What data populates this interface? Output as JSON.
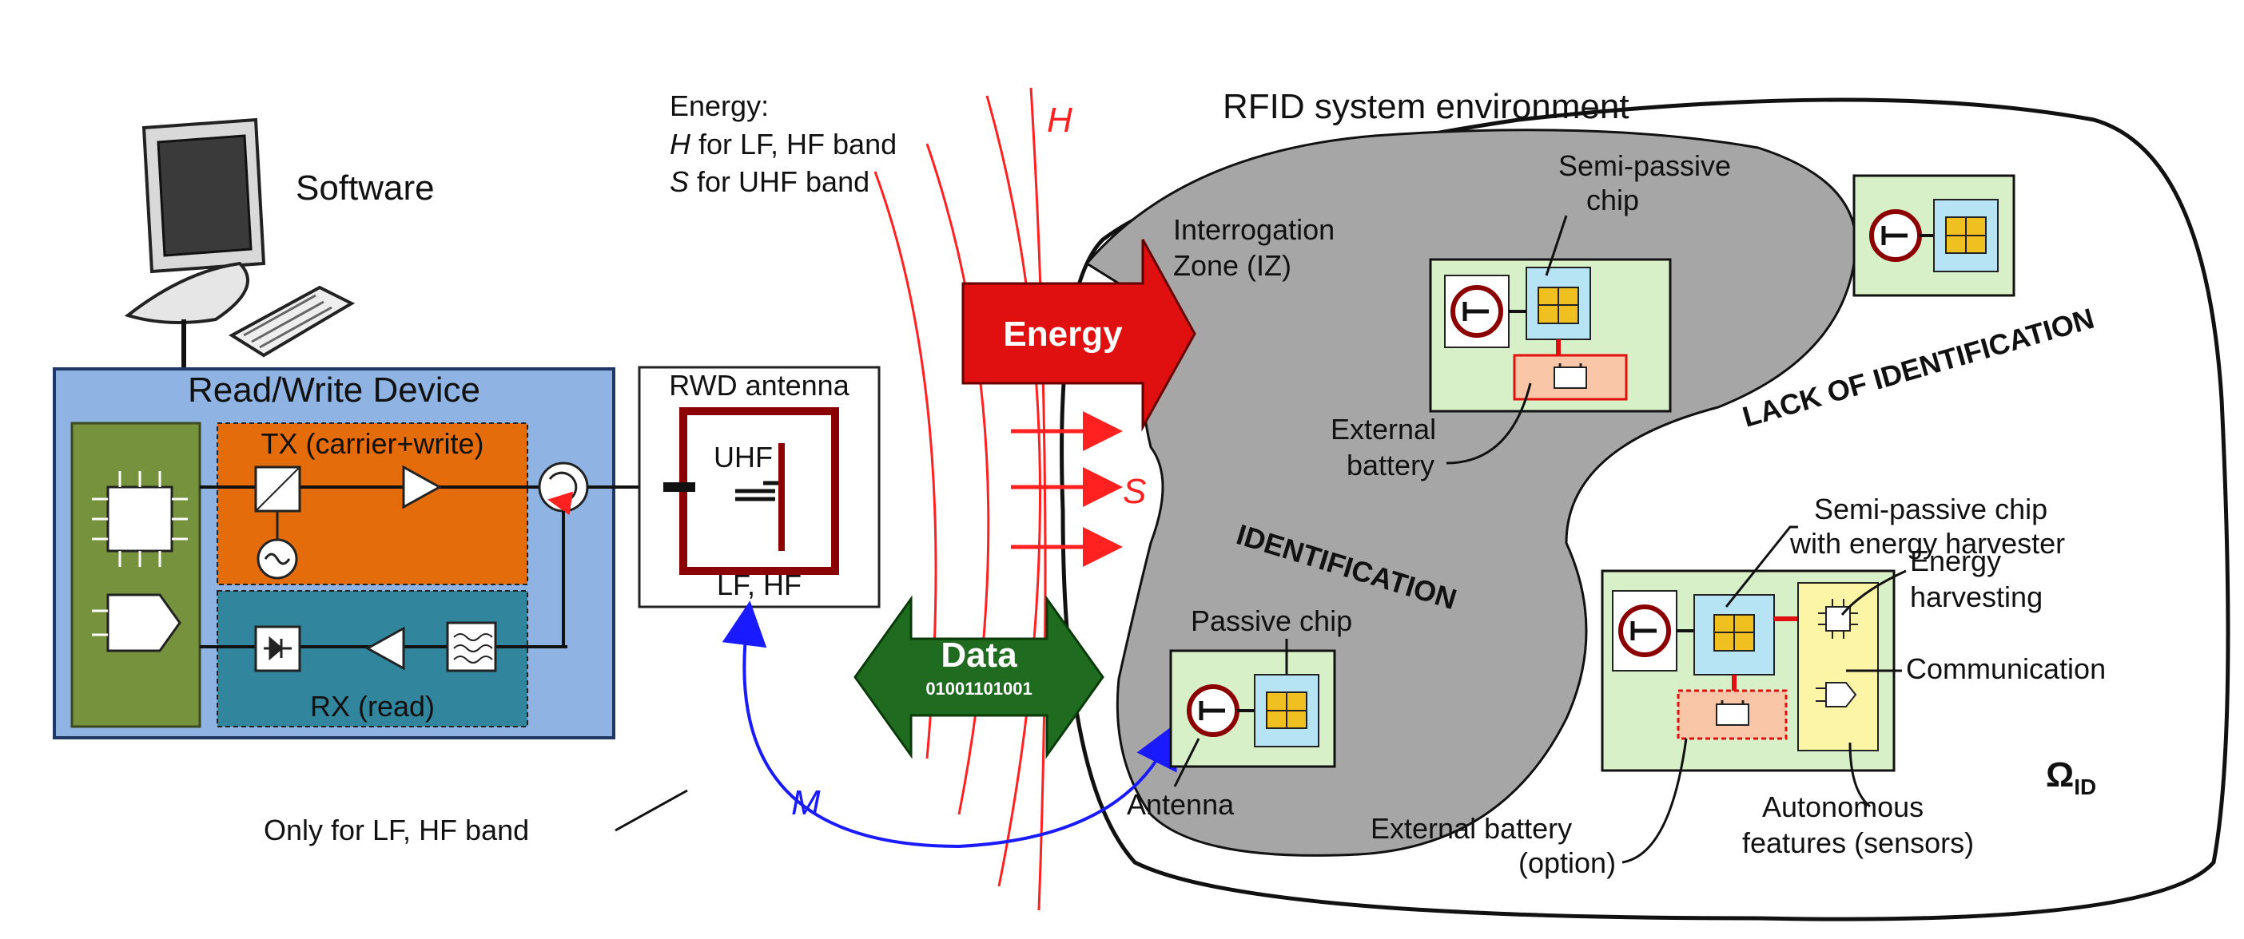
{
  "colors": {
    "device_bg": "#8fb4e3",
    "device_green": "#76923c",
    "tx_orange": "#e46c0a",
    "rx_teal": "#31859c",
    "tag_green": "#d7f0c8",
    "chip_cyan": "#b7e4f4",
    "battery_pink": "#f9c7a8",
    "sensor_yellow": "#fdf5a6",
    "zone_grey": "#a6a6a6",
    "field_red": "#ff2020",
    "energy_red": "#e01010",
    "data_green": "#1f6b1f",
    "link_blue": "#1a1aff",
    "antenna_darkred": "#8b0000"
  },
  "labels": {
    "software": "Software",
    "read_write_device": "Read/Write Device",
    "tx": "TX (carrier+write)",
    "rx": "RX (read)",
    "rwd_antenna": "RWD antenna",
    "uhf": "UHF",
    "lf_hf": "LF, HF",
    "energy_note_1": "Energy:",
    "energy_note_2_var": "H",
    "energy_note_2_rest": " for LF, HF band",
    "energy_note_3_var": "S",
    "energy_note_3_rest": "  for UHF band",
    "h_field": "H",
    "s_field": "S",
    "m_field": "M",
    "energy_arrow": "Energy",
    "data_arrow": "Data",
    "data_bits": "01001101001",
    "only_lf_hf": "Only for LF, HF band",
    "rfid_env": "RFID system environment",
    "iz_1": "Interrogation",
    "iz_2": "Zone (IZ)",
    "semi_passive_1": "Semi-passive",
    "semi_passive_2": "chip",
    "ext_battery_1": "External",
    "ext_battery_2": "battery",
    "identification": "IDENTIFICATION",
    "lack_identification": "LACK OF IDENTIFICATION",
    "passive_chip": "Passive chip",
    "antenna": "Antenna",
    "semi_passive_harv_1": "Semi-passive chip",
    "semi_passive_harv_2": "with energy harvester",
    "energy_harvesting_1": "Energy",
    "energy_harvesting_2": "harvesting",
    "communication": "Communication",
    "ext_battery_opt_1": "External battery",
    "ext_battery_opt_2": "(option)",
    "autonomous_1": "Autonomous",
    "autonomous_2": "features (sensors)",
    "omega": "Ω",
    "omega_sub": "ID"
  }
}
